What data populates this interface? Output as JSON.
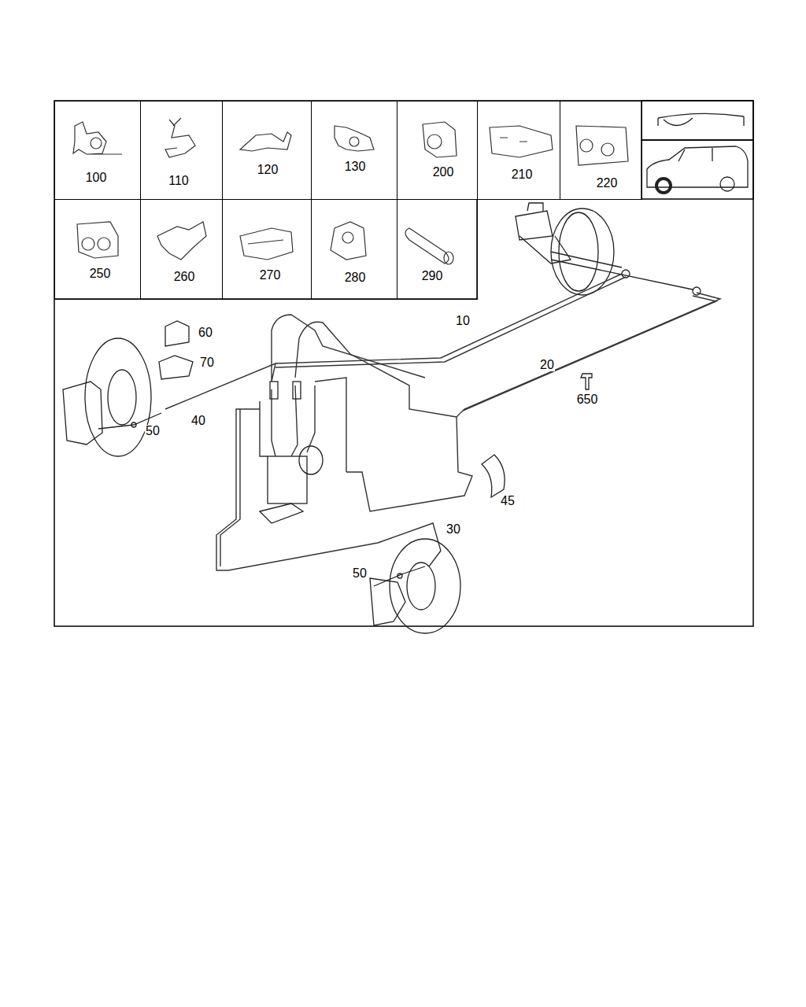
{
  "diagram": {
    "nodes": [
      {
        "text": [
          "100"
        ]
      },
      {
        "text": [
          "110"
        ]
      },
      {
        "text": [
          "120"
        ]
      },
      {
        "text": [
          "130"
        ]
      },
      {
        "text": [
          "200"
        ]
      },
      {
        "text": [
          "210"
        ]
      },
      {
        "text": [
          "220"
        ]
      },
      {
        "text": [
          "250"
        ]
      },
      {
        "text": [
          "260"
        ]
      },
      {
        "text": [
          "270"
        ]
      },
      {
        "text": [
          "280"
        ]
      },
      {
        "text": [
          "290"
        ]
      }
    ],
    "labels": [
      "60",
      "70",
      "40",
      "50",
      "10",
      "20",
      "650",
      "45",
      "30",
      "50"
    ]
  }
}
